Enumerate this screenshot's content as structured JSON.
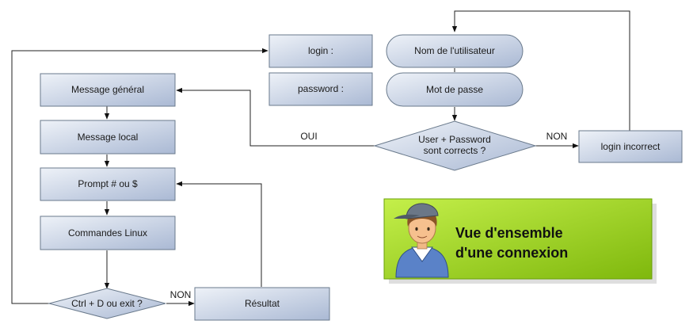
{
  "nodes": {
    "login": "login :",
    "password": "password :",
    "nom": "Nom de l'utilisateur",
    "mot": "Mot de passe",
    "decision_user": [
      "User + Password",
      "sont corrects ?"
    ],
    "login_incorrect": "login incorrect",
    "message_general": "Message général",
    "message_local": "Message local",
    "prompt": "Prompt # ou $",
    "commandes": "Commandes Linux",
    "decision_exit": "Ctrl + D ou exit ?",
    "resultat": "Résultat"
  },
  "edges": {
    "oui": "OUI",
    "non_right": "NON",
    "non_bottom": "NON"
  },
  "banner": {
    "line1": "Vue d'ensemble",
    "line2": "d'une connexion"
  },
  "colors": {
    "box_gradient_start": "#e9eef6",
    "box_gradient_end": "#aebcd6",
    "banner_green_start": "#b8ea3c",
    "banner_green_end": "#86c010"
  }
}
